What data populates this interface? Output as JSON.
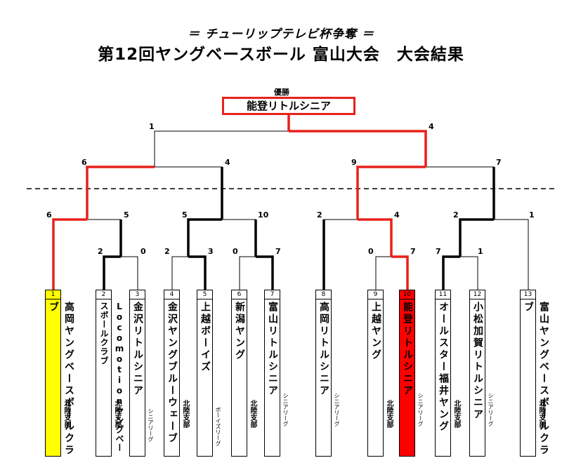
{
  "header": {
    "subtitle": "＝ チューリップテレビ杯争奪 ＝",
    "title": "第12回ヤングベースボール 富山大会　大会結果"
  },
  "winner": {
    "label": "優勝",
    "name": "能登リトルシニア"
  },
  "colors": {
    "win_path": "#e8211b",
    "champion_box": "#ff0000",
    "highlight_box": "#ffff00",
    "line": "#000000"
  },
  "teams": [
    {
      "seed": "1",
      "name": "高岡ヤングベースボールクラブ",
      "region": "北陸支部"
    },
    {
      "seed": "2",
      "name": "Locomotionヤングベースボールクラブ",
      "region": "北陸支部"
    },
    {
      "seed": "3",
      "name": "金沢リトルシニア",
      "region": "シニアリーグ"
    },
    {
      "seed": "4",
      "name": "金沢ヤングブルーウェーブ",
      "region": "北陸支部"
    },
    {
      "seed": "5",
      "name": "上越ボーイズ",
      "region": "ボーイズリーグ"
    },
    {
      "seed": "6",
      "name": "新潟ヤング",
      "region": "北陸支部"
    },
    {
      "seed": "7",
      "name": "富山リトルシニア",
      "region": "シニアリーグ"
    },
    {
      "seed": "8",
      "name": "高岡リトルシニア",
      "region": "シニアリーグ"
    },
    {
      "seed": "9",
      "name": "上越ヤング",
      "region": "北陸支部"
    },
    {
      "seed": "10",
      "name": "能登リトルシニア",
      "region": "シニアリーグ"
    },
    {
      "seed": "11",
      "name": "オールスター福井ヤング",
      "region": "北陸支部"
    },
    {
      "seed": "12",
      "name": "小松加賀リトルシニア",
      "region": "シニアリーグ"
    },
    {
      "seed": "13",
      "name": "富山ヤングベースボールクラブ",
      "region": "北陸支部"
    }
  ],
  "scores": {
    "final_left": "1",
    "final_right": "4",
    "sf_left_a": "6",
    "sf_left_b": "4",
    "sf_right_a": "9",
    "sf_right_b": "7",
    "qf1_a": "6",
    "qf1_b": "5",
    "qf2_a": "5",
    "qf2_b": "10",
    "qf3_a": "2",
    "qf3_b": "4",
    "qf4_a": "2",
    "qf4_b": "1",
    "r1_1_a": "2",
    "r1_1_b": "0",
    "r1_2_a": "2",
    "r1_2_b": "3",
    "r1_3_a": "0",
    "r1_3_b": "7",
    "r1_4_a": "0",
    "r1_4_b": "7",
    "r1_5_a": "7",
    "r1_5_b": "1"
  }
}
